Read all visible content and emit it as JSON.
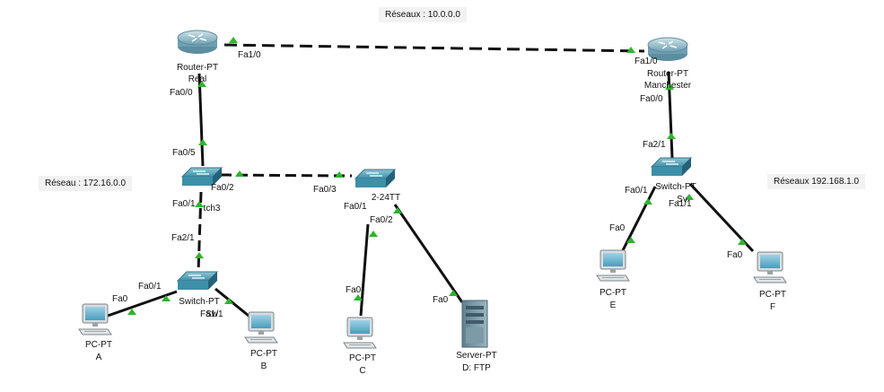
{
  "networks": {
    "wan": "Réseaux : 10.0.0.0",
    "lan_left": "Réseau : 172.16.0.0",
    "lan_right": "Réseaux 192.168.1.0"
  },
  "devices": {
    "router_real": {
      "type": "Router-PT",
      "name": "Real",
      "icon": "router-icon"
    },
    "router_man": {
      "type": "Router-PT",
      "name": "Manchester",
      "icon": "router-icon"
    },
    "switch3": {
      "type": "",
      "name": "tch3",
      "icon": "switch-icon"
    },
    "switch_mid": {
      "type": "2-24TT",
      "name": "",
      "icon": "switch-icon"
    },
    "switch_left": {
      "type": "Switch-PT",
      "name": "Sw",
      "icon": "switch-icon"
    },
    "switch_right": {
      "type": "Switch-PT",
      "name": "Sv",
      "icon": "switch-icon"
    },
    "pc_a": {
      "type": "PC-PT",
      "name": "A",
      "icon": "pc-icon"
    },
    "pc_b": {
      "type": "PC-PT",
      "name": "B",
      "icon": "pc-icon"
    },
    "pc_c": {
      "type": "PC-PT",
      "name": "C",
      "icon": "pc-icon"
    },
    "pc_e": {
      "type": "PC-PT",
      "name": "E",
      "icon": "pc-icon"
    },
    "pc_f": {
      "type": "PC-PT",
      "name": "F",
      "icon": "pc-icon"
    },
    "server_d": {
      "type": "Server-PT",
      "name": "D: FTP",
      "icon": "server-icon"
    }
  },
  "ports": {
    "real_fa1_0": "Fa1/0",
    "man_fa1_0": "Fa1/0",
    "real_fa0_0": "Fa0/0",
    "sw3_fa0_5": "Fa0/5",
    "sw3_fa0_2": "Fa0/2",
    "mid_fa0_3": "Fa0/3",
    "sw3_fa0_1": "Fa0/1",
    "swl_fa2_1": "Fa2/1",
    "mid_fa0_1": "Fa0/1",
    "mid_fa0_2": "Fa0/2",
    "swl_fa0_1": "Fa0/1",
    "pca_fa0": "Fa0",
    "swl_fa1_1": "Fa1/1",
    "pcc_fa0": "Fa0",
    "srv_fa0": "Fa0",
    "man_fa0_0": "Fa0/0",
    "swr_fa2_1": "Fa2/1",
    "swr_fa0_1": "Fa0/1",
    "swr_fa1_1": "Fa1/1",
    "pce_fa0": "Fa0",
    "pcf_fa0": "Fa0"
  },
  "colors": {
    "link": "#111111",
    "link_up": "#2db52d",
    "device": "#3e8fa8",
    "device_dark": "#24627a",
    "label_bg": "#f2f2f2"
  }
}
